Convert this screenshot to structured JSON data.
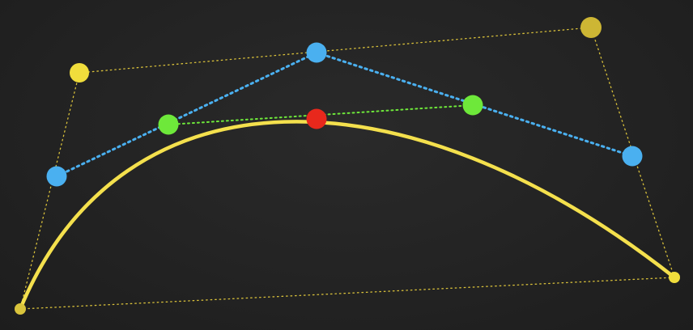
{
  "diagram": {
    "type": "cubic-bezier-de-casteljau",
    "parameter_t": 0.5,
    "colors": {
      "background": "#232323",
      "curve": "#f4e04d",
      "control_points": "#e8cf3e",
      "control_polygon": "#d8c03a",
      "level1_points": "#4ab0f0",
      "level1_lines": "#4ab0f0",
      "level2_points": "#6ee83a",
      "level2_lines": "#6ee83a",
      "curve_point": "#e8281c"
    },
    "elements": [
      "control-point-p0",
      "control-point-p1",
      "control-point-p2",
      "control-point-p3",
      "level1-point-q0",
      "level1-point-q1",
      "level1-point-q2",
      "level2-point-r0",
      "level2-point-r1",
      "curve-point-b"
    ]
  }
}
